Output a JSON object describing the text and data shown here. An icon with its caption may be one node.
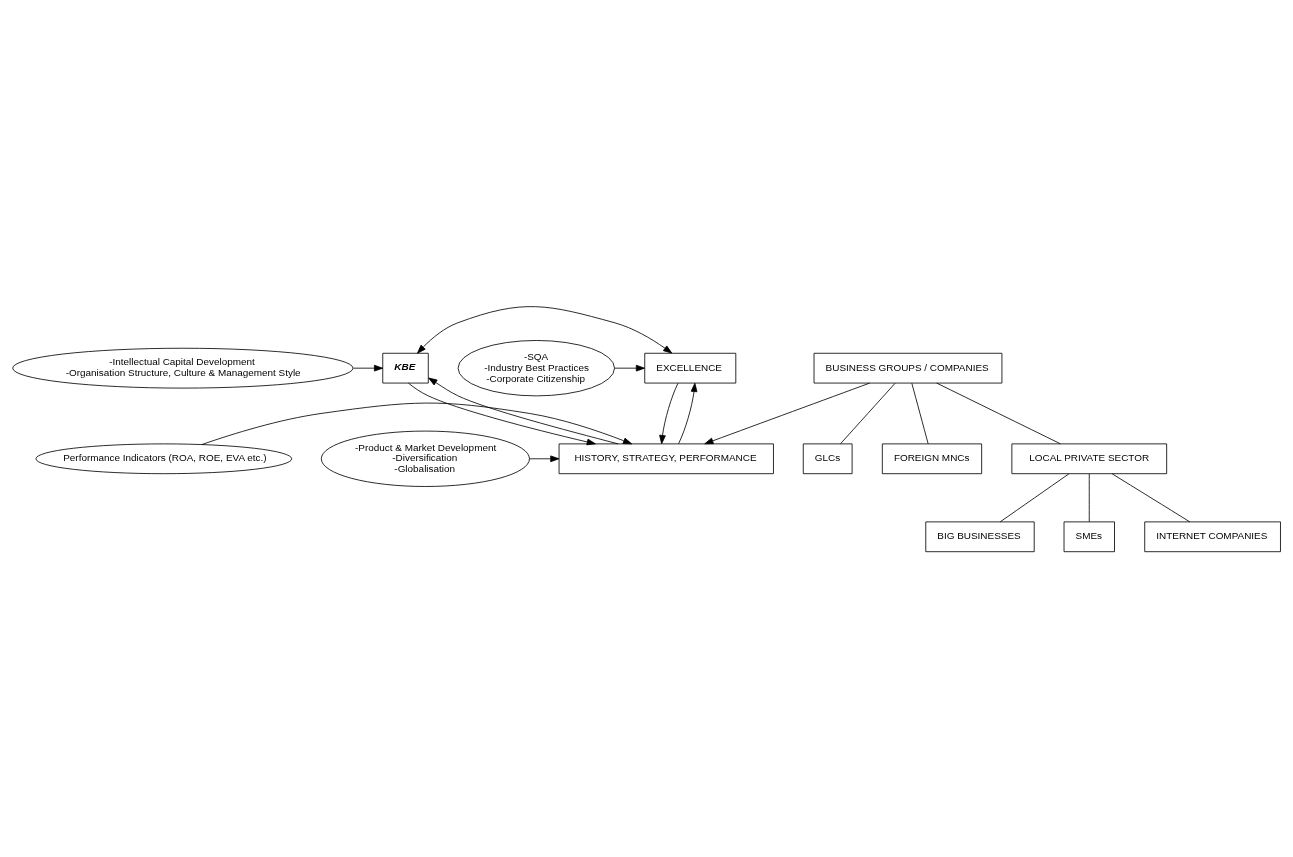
{
  "diagram": {
    "nodes": [
      {
        "text": [
          "-Intellectual Capital Development",
          "-Organisation Structure, Culture & Management Style"
        ]
      },
      {
        "text": [
          "KBE"
        ]
      },
      {
        "text": [
          "EXCELLENCE"
        ]
      },
      {
        "text": [
          "-SQA",
          "-Industry Best Practices",
          "-Corporate Citizenship"
        ]
      },
      {
        "text": [
          "-Product & Market Development",
          "-Diversification",
          "-Globalisation"
        ]
      },
      {
        "text": [
          "HISTORY, STRATEGY, PERFORMANCE"
        ]
      },
      {
        "text": [
          "Performance Indicators (ROA, ROE, EVA etc.)"
        ]
      },
      {
        "text": [
          "BUSINESS GROUPS / COMPANIES"
        ]
      },
      {
        "text": [
          "GLCs"
        ]
      },
      {
        "text": [
          "FOREIGN MNCs"
        ]
      },
      {
        "text": [
          "LOCAL PRIVATE SECTOR"
        ]
      },
      {
        "text": [
          "BIG BUSINESSES"
        ]
      },
      {
        "text": [
          "SMEs"
        ]
      },
      {
        "text": [
          "INTERNET COMPANIES"
        ]
      }
    ],
    "edges": [
      {
        "from": 0,
        "to": 1,
        "arrow": "to"
      },
      {
        "from": 1,
        "to": 2,
        "arrow": "both"
      },
      {
        "from": 3,
        "to": 2,
        "arrow": "to"
      },
      {
        "from": 1,
        "to": 5,
        "arrow": "to"
      },
      {
        "from": 5,
        "to": 1,
        "arrow": "to"
      },
      {
        "from": 5,
        "to": 2,
        "arrow": "to"
      },
      {
        "from": 2,
        "to": 5,
        "arrow": "to"
      },
      {
        "from": 4,
        "to": 5,
        "arrow": "to"
      },
      {
        "from": 6,
        "to": 5,
        "arrow": "to"
      },
      {
        "from": 7,
        "to": 5,
        "arrow": "to"
      },
      {
        "from": 7,
        "to": 8,
        "arrow": "none"
      },
      {
        "from": 7,
        "to": 9,
        "arrow": "none"
      },
      {
        "from": 7,
        "to": 10,
        "arrow": "none"
      },
      {
        "from": 10,
        "to": 11,
        "arrow": "none"
      },
      {
        "from": 10,
        "to": 12,
        "arrow": "none"
      },
      {
        "from": 10,
        "to": 13,
        "arrow": "none"
      }
    ]
  }
}
